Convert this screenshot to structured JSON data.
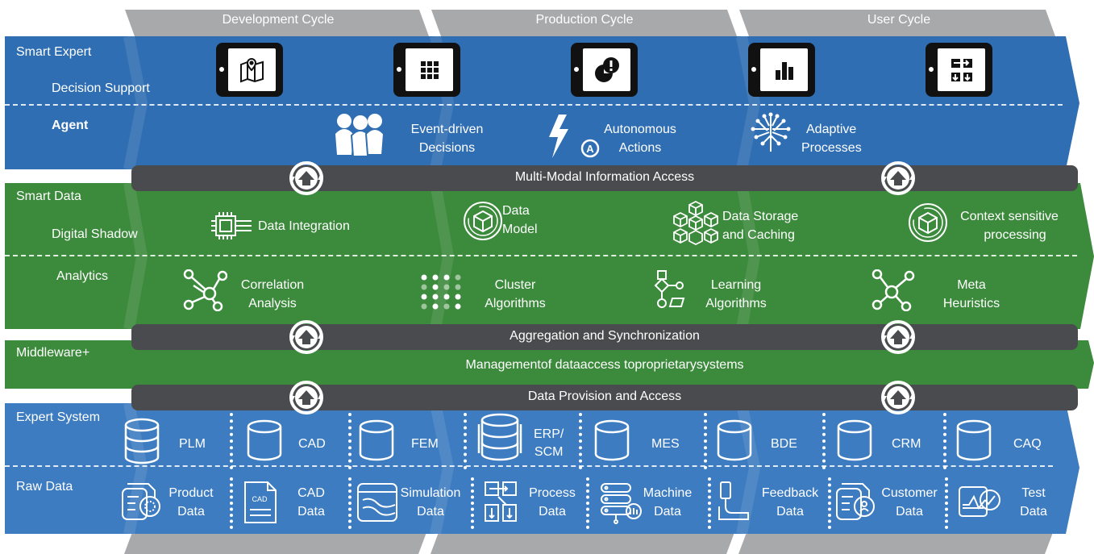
{
  "cycles": [
    "Development Cycle",
    "Production Cycle",
    "User Cycle"
  ],
  "layers": {
    "smart_expert": "Smart Expert",
    "decision_support": "Decision Support",
    "agent": "Agent",
    "smart_data": "Smart Data",
    "digital_shadow": "Digital Shadow",
    "analytics": "Analytics",
    "middleware": "Middleware+",
    "expert_system": "Expert System",
    "raw_data": "Raw Data"
  },
  "decision_tablets": [
    "map-pin-icon",
    "grid-icon",
    "alert-pie-icon",
    "bar-chart-icon",
    "workflow-icon"
  ],
  "agent_items": [
    {
      "line1": "Event-driven",
      "line2": "Decisions",
      "icon": "people-icon"
    },
    {
      "line1": "Autonomous",
      "line2": "Actions",
      "icon": "lightning-auto-icon"
    },
    {
      "line1": "Adaptive",
      "line2": "Processes",
      "icon": "brain-circuit-icon"
    }
  ],
  "bars": {
    "multi_modal": "Multi-Modal Information Access",
    "aggregation": "Aggregation and Synchronization",
    "provision": "Data Provision and Access"
  },
  "shadow_items": [
    {
      "line1": "Data Integration",
      "line2": "",
      "icon": "chip-icon"
    },
    {
      "line1": "Data",
      "line2": "Model",
      "icon": "cube-icon"
    },
    {
      "line1": "Data Storage",
      "line2": "and Caching",
      "icon": "cube-network-icon"
    },
    {
      "line1": "Context sensitive",
      "line2": "processing",
      "icon": "cube-icon"
    }
  ],
  "analytics_items": [
    {
      "line1": "Correlation",
      "line2": "Analysis",
      "icon": "network-icon"
    },
    {
      "line1": "Cluster",
      "line2": "Algorithms",
      "icon": "cluster-icon"
    },
    {
      "line1": "Learning",
      "line2": "Algorithms",
      "icon": "flowchart-icon"
    },
    {
      "line1": "Meta",
      "line2": "Heuristics",
      "icon": "network-icon"
    }
  ],
  "middleware_text": "Managementof dataaccess toproprietarysystems",
  "systems": [
    {
      "line1": "PLM",
      "line2": ""
    },
    {
      "line1": "CAD",
      "line2": ""
    },
    {
      "line1": "FEM",
      "line2": ""
    },
    {
      "line1": "ERP/",
      "line2": "SCM"
    },
    {
      "line1": "MES",
      "line2": ""
    },
    {
      "line1": "BDE",
      "line2": ""
    },
    {
      "line1": "CRM",
      "line2": ""
    },
    {
      "line1": "CAQ",
      "line2": ""
    }
  ],
  "raw_items": [
    {
      "line1": "Product",
      "line2": "Data",
      "icon": "document-globe-icon"
    },
    {
      "line1": "CAD",
      "line2": "Data",
      "icon": "cad-file-icon"
    },
    {
      "line1": "Simulation",
      "line2": "Data",
      "icon": "simulation-icon"
    },
    {
      "line1": "Process",
      "line2": "Data",
      "icon": "process-icon"
    },
    {
      "line1": "Machine",
      "line2": "Data",
      "icon": "server-icon"
    },
    {
      "line1": "Feedback",
      "line2": "Data",
      "icon": "feedback-icon"
    },
    {
      "line1": "Customer",
      "line2": "Data",
      "icon": "document-user-icon"
    },
    {
      "line1": "Test",
      "line2": "Data",
      "icon": "test-icon"
    }
  ],
  "cad_file_badge": "CAD",
  "colors": {
    "gray": "#a8a9ab",
    "blue": "#2f6eb3",
    "green": "#3c8a3c",
    "bar": "#4a4b4e"
  }
}
